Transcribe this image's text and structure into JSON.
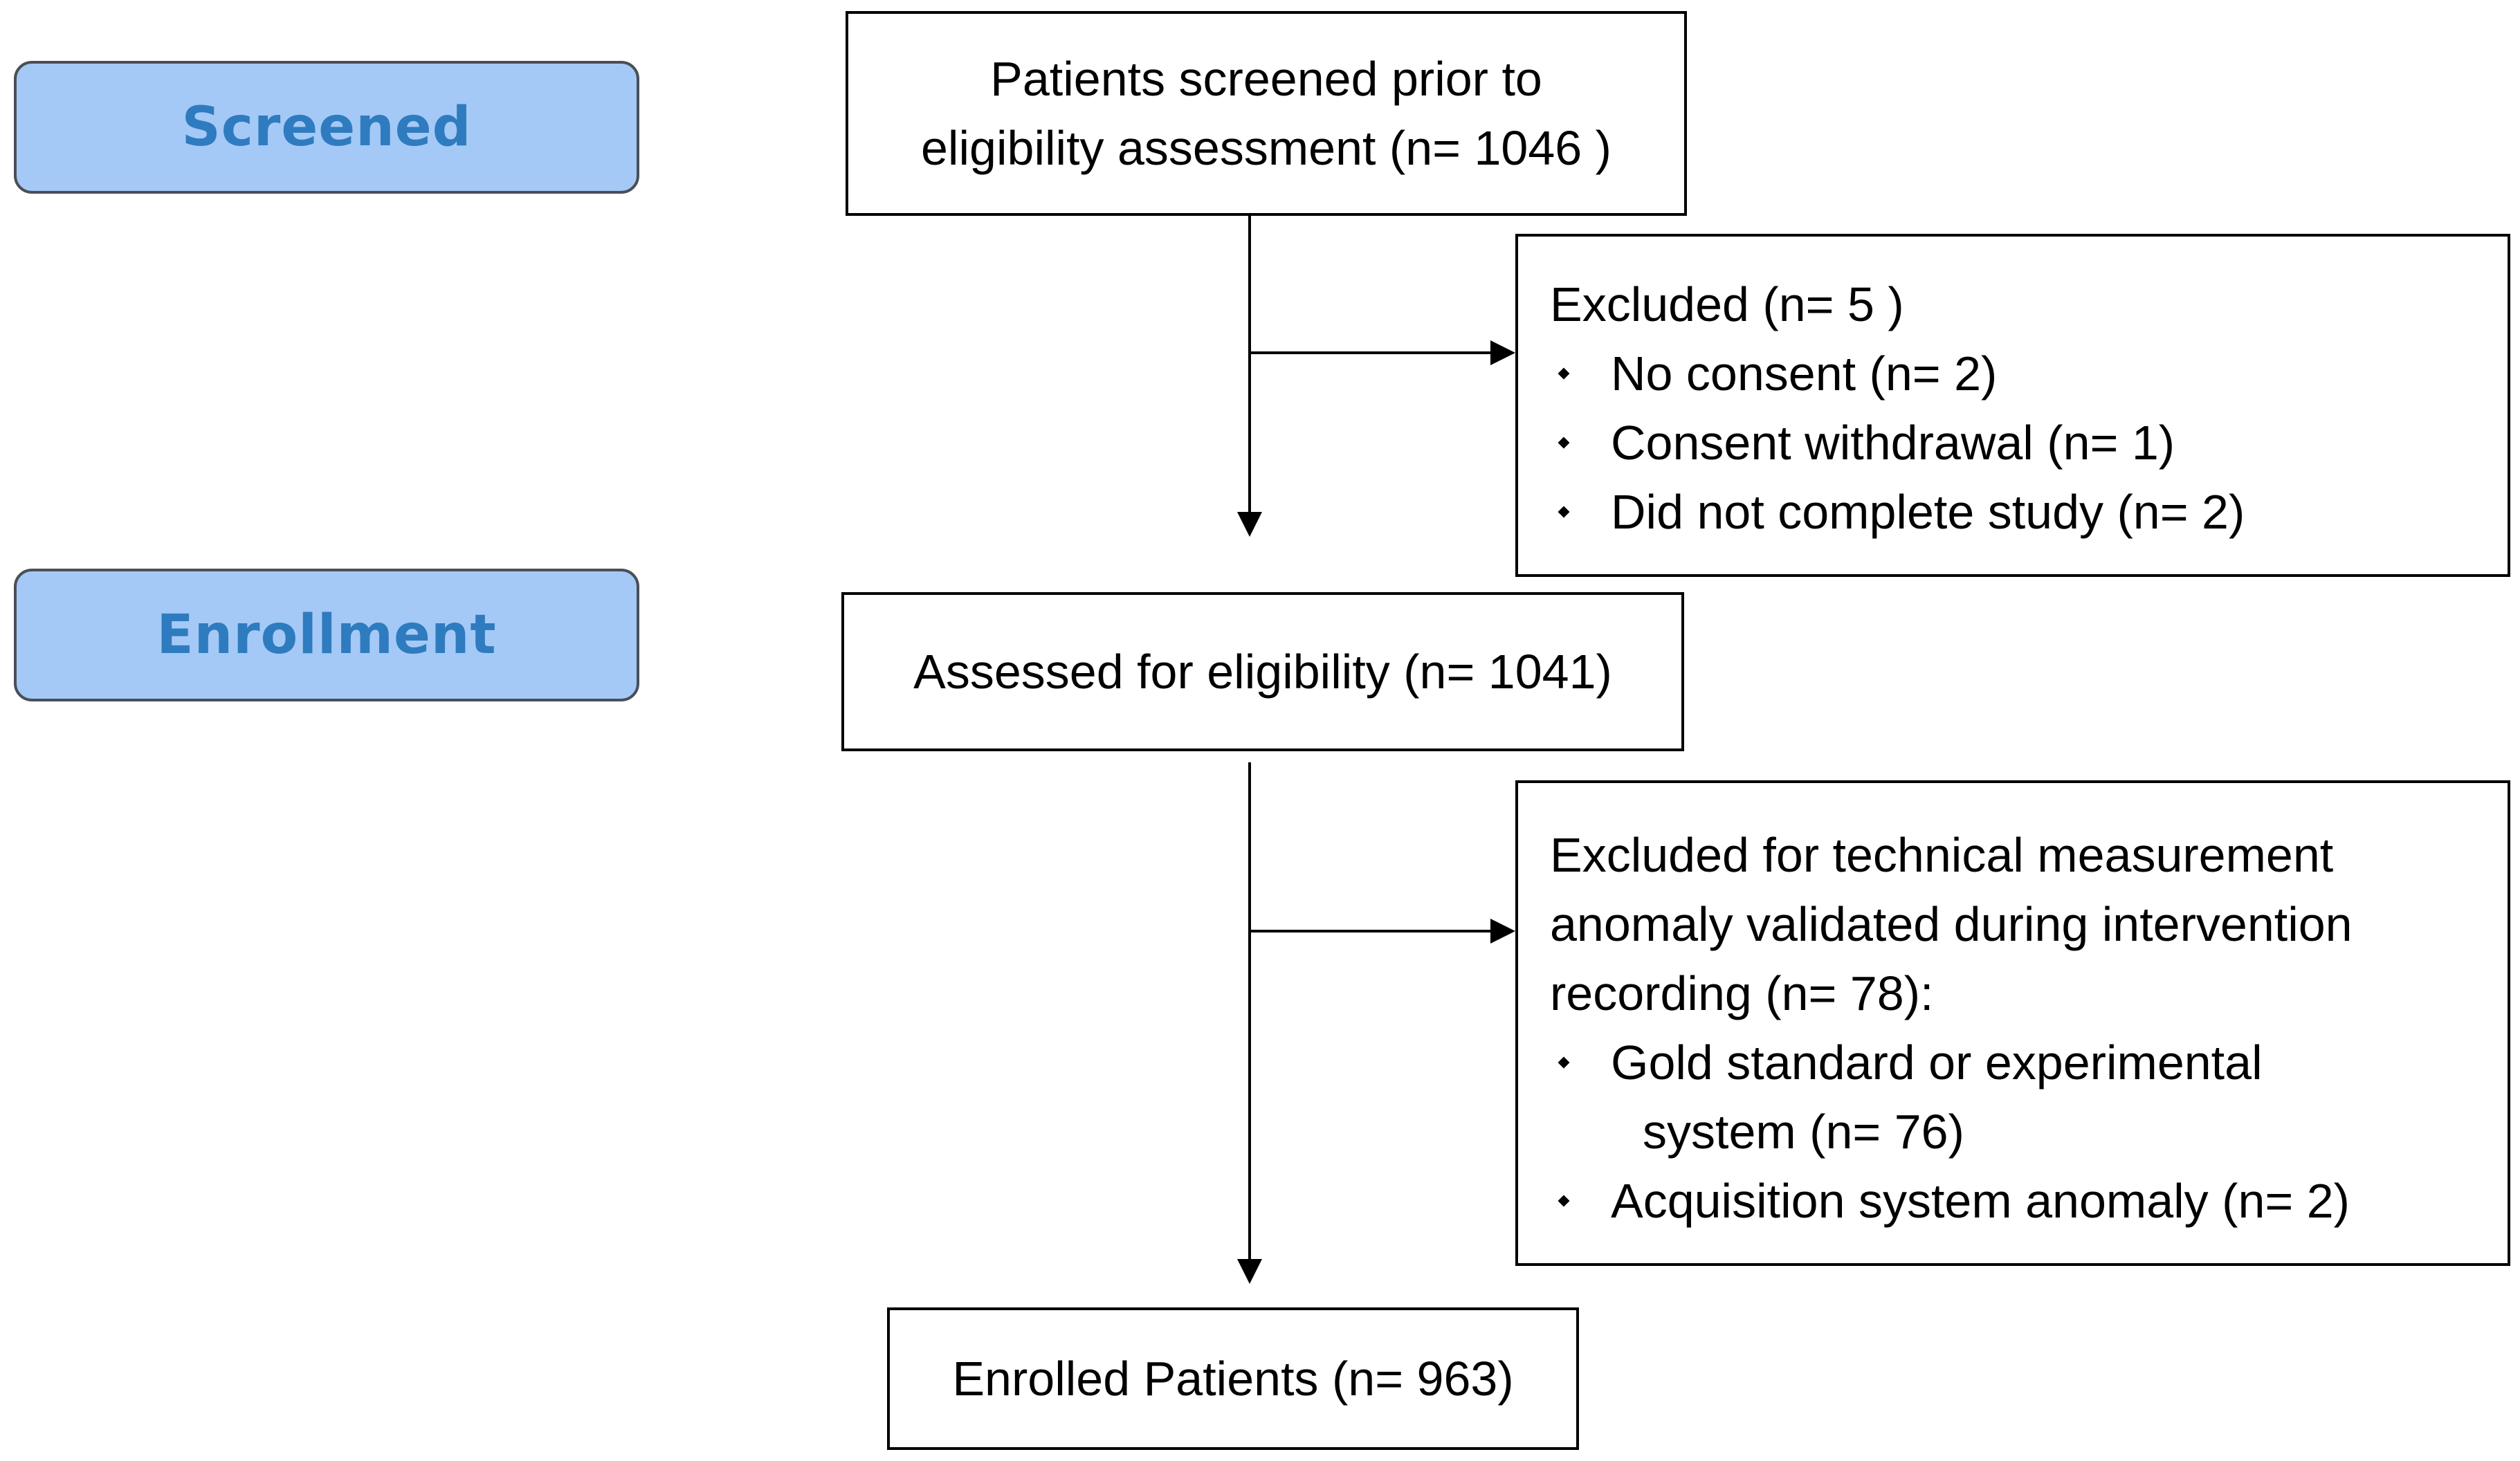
{
  "colors": {
    "stage_fill": "#a4c9f6",
    "stage_text": "#2f7bbf",
    "stage_border": "#4a4f57",
    "box_border": "#000000",
    "arrow": "#000000"
  },
  "stages": {
    "screened": "Screened",
    "enrollment": "Enrollment"
  },
  "screened_box": {
    "line1": "Patients screened prior to",
    "line2": "eligibility assessment (n= 1046  )"
  },
  "excluded_box": {
    "title": "Excluded (n= 5  )",
    "items": [
      "No consent (n= 2)",
      "Consent  withdrawal  (n= 1)",
      "Did not complete study (n= 2)"
    ]
  },
  "assessed_box": {
    "label": "Assessed for eligibility (n= 1041)"
  },
  "technical_box": {
    "line1": "Excluded for technical measurement",
    "line2": "anomaly validated during intervention",
    "line3": "recording (n= 78):",
    "item1_line1": "Gold standard or experimental",
    "item1_line2": "system (n= 76)",
    "item2": "Acquisition system anomaly (n= 2)"
  },
  "enrolled_box": {
    "label": "Enrolled Patients (n= 963)"
  }
}
